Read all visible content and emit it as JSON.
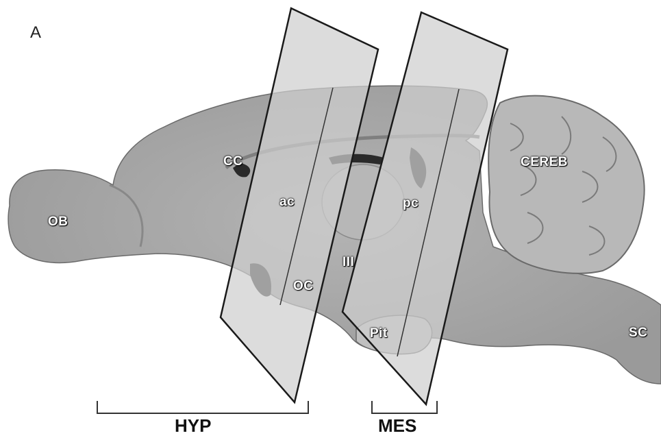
{
  "panel": "A",
  "structures": {
    "OB": "OB",
    "CC": "CC",
    "ac": "ac",
    "pc": "pc",
    "CEREB": "CEREB",
    "III": "III",
    "OC": "OC",
    "Pit": "Pit",
    "SC": "SC"
  },
  "brackets": {
    "hyp": "HYP",
    "mes": "MES"
  },
  "colors": {
    "tissue": "#a9a9a9",
    "tissue_dark": "#8a8a8a",
    "plane_fill": "#cfcfcf",
    "plane_stroke": "#1a1a1a"
  }
}
